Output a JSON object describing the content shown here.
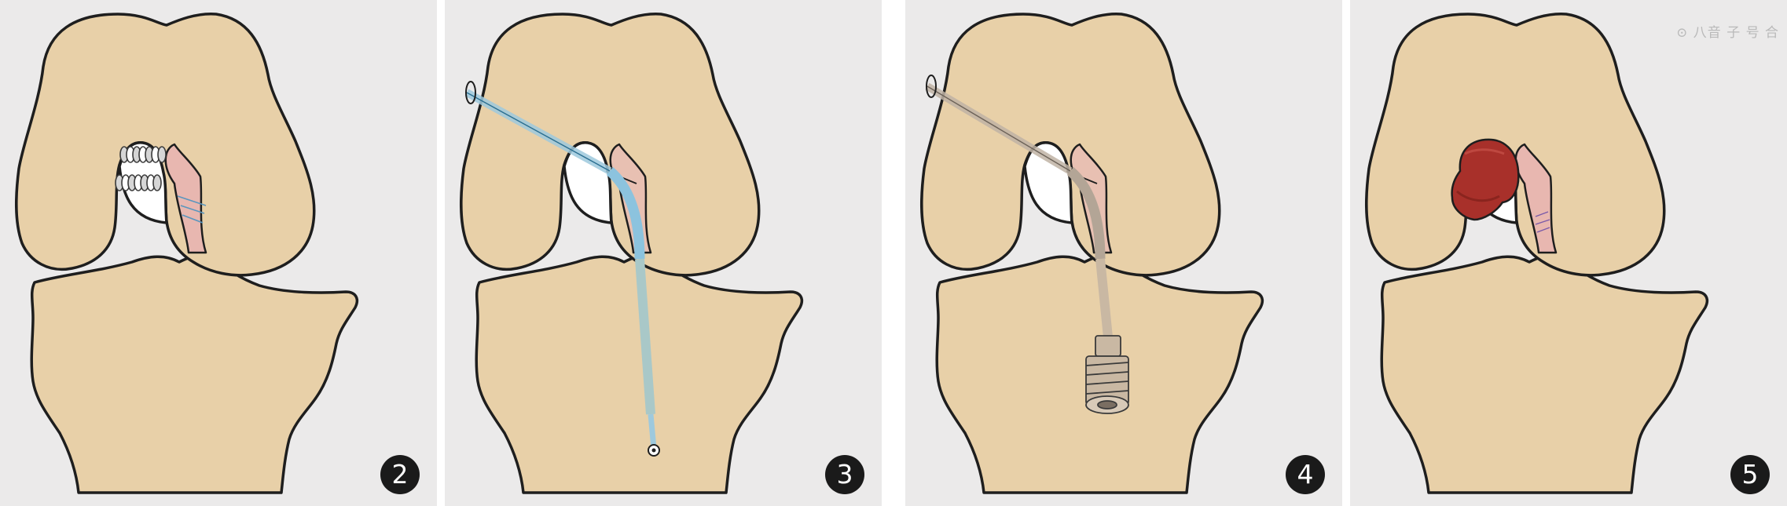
{
  "panels": [
    {
      "number": "2"
    },
    {
      "number": "3"
    },
    {
      "number": "4"
    },
    {
      "number": "5",
      "watermark": "⊙ 八音 子 号 合"
    }
  ],
  "colors": {
    "background": "#ebeaea",
    "bone_fill": "#e8d0a8",
    "outline": "#1e1e1e",
    "graft": "#e8b7b0",
    "guide_pin_blue": "#9ec9dd",
    "guide_pin_gray": "#bfb3a4",
    "screw": "#c9b8a3",
    "clot": "#a8302a",
    "badge": "#1a1a1a"
  },
  "icons": [
    "anchor-screw-icon",
    "guide-pin-icon",
    "interference-screw-icon",
    "blood-clot-icon"
  ]
}
